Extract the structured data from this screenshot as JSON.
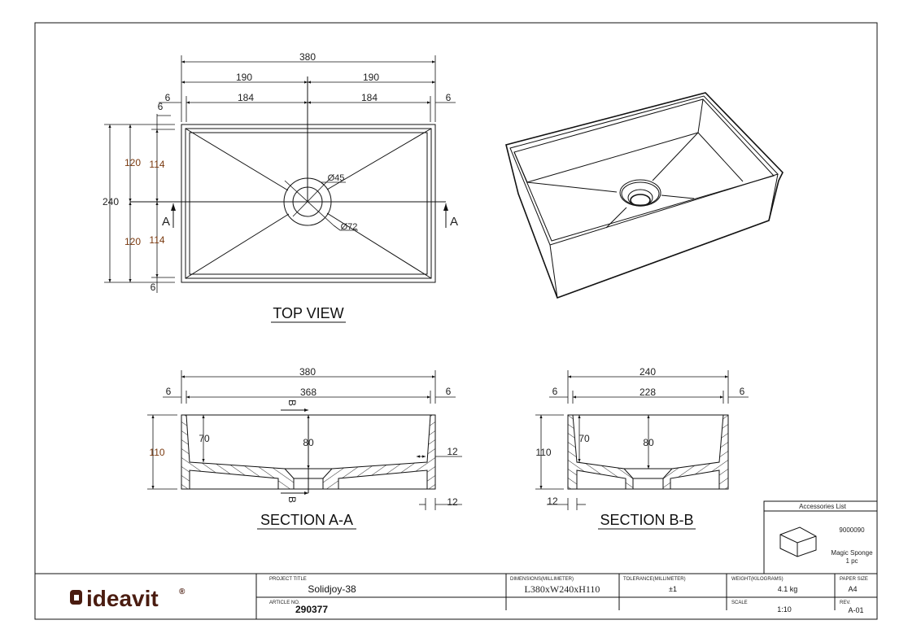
{
  "top_view": {
    "title": "TOP VIEW",
    "dims": {
      "overall_length": "380",
      "half_left": "190",
      "half_right": "190",
      "inner_left": "184",
      "inner_right": "184",
      "rim_left": "6",
      "rim_top": "6",
      "rim_right": "6",
      "rim_bottom": "6",
      "overall_width": "240",
      "half_top": "120",
      "half_bottom": "120",
      "inner_top": "114",
      "inner_bottom": "114",
      "drain_inner": "Ø45",
      "drain_outer": "Ø72"
    },
    "section_marker_left": "A",
    "section_marker_right": "A"
  },
  "section_aa": {
    "title": "SECTION A-A",
    "dims": {
      "overall": "380",
      "inner": "368",
      "rim_left": "6",
      "rim_right": "6",
      "depth_wall": "70",
      "depth_center": "80",
      "height": "110",
      "floor": "12",
      "wall": "12"
    },
    "marker_top": "B",
    "marker_bottom": "B"
  },
  "section_bb": {
    "title": "SECTION B-B",
    "dims": {
      "overall": "240",
      "inner": "228",
      "rim_left": "6",
      "rim_right": "6",
      "depth_wall": "70",
      "depth_center": "80",
      "height": "110",
      "wall": "12"
    }
  },
  "accessories": {
    "header": "Accessories List",
    "code": "9000090",
    "name": "Magic Sponge",
    "qty": "1 pc"
  },
  "title_block": {
    "logo": "ideavit",
    "logo_mark": "®",
    "project_title_label": "PROJECT TITLE",
    "project_title": "Solidjoy-38",
    "article_label": "ARTICLE NO.",
    "article": "290377",
    "dimensions_label": "DIMENSIONS(MILLIMETER)",
    "dimensions": "L380xW240xH110",
    "tolerance_label": "TOLERANCE(MILLIMETER)",
    "tolerance": "±1",
    "weight_label": "WEIGHT(KILOGRAMS)",
    "weight": "4.1 kg",
    "scale_label": "SCALE",
    "scale": "1:10",
    "paper_label": "PAPER SIZE",
    "paper": "A4",
    "rev_label": "REV.",
    "rev": "A-01"
  },
  "colors": {
    "logo": "#4a1c10",
    "line": "#111111",
    "dim_text_alt": "#7a3a10"
  }
}
